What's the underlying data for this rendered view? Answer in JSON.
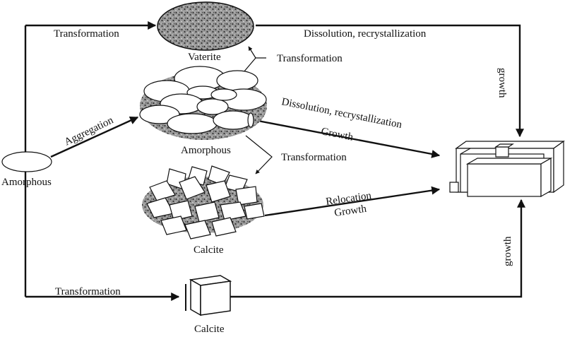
{
  "labels": {
    "amorphous_left": "Amorphous",
    "transformation_top": "Transformation",
    "vaterite": "Vaterite",
    "dissolution_top": "Dissolution, recrystallization",
    "transformation_vaterite": "Transformation",
    "growth_right_top": "growth",
    "aggregation": "Aggregation",
    "amorphous_cluster": "Amorphous",
    "dissolution_mid": "Dissolution, recrystallization",
    "growth_mid": "Growth",
    "transformation_mid": "Transformation",
    "relocation": "Relocation",
    "growth_relocation": "Growth",
    "calcite_cluster": "Calcite",
    "growth_right_bottom": "growth",
    "transformation_bottom": "Transformation",
    "calcite_cube": "Calcite"
  }
}
